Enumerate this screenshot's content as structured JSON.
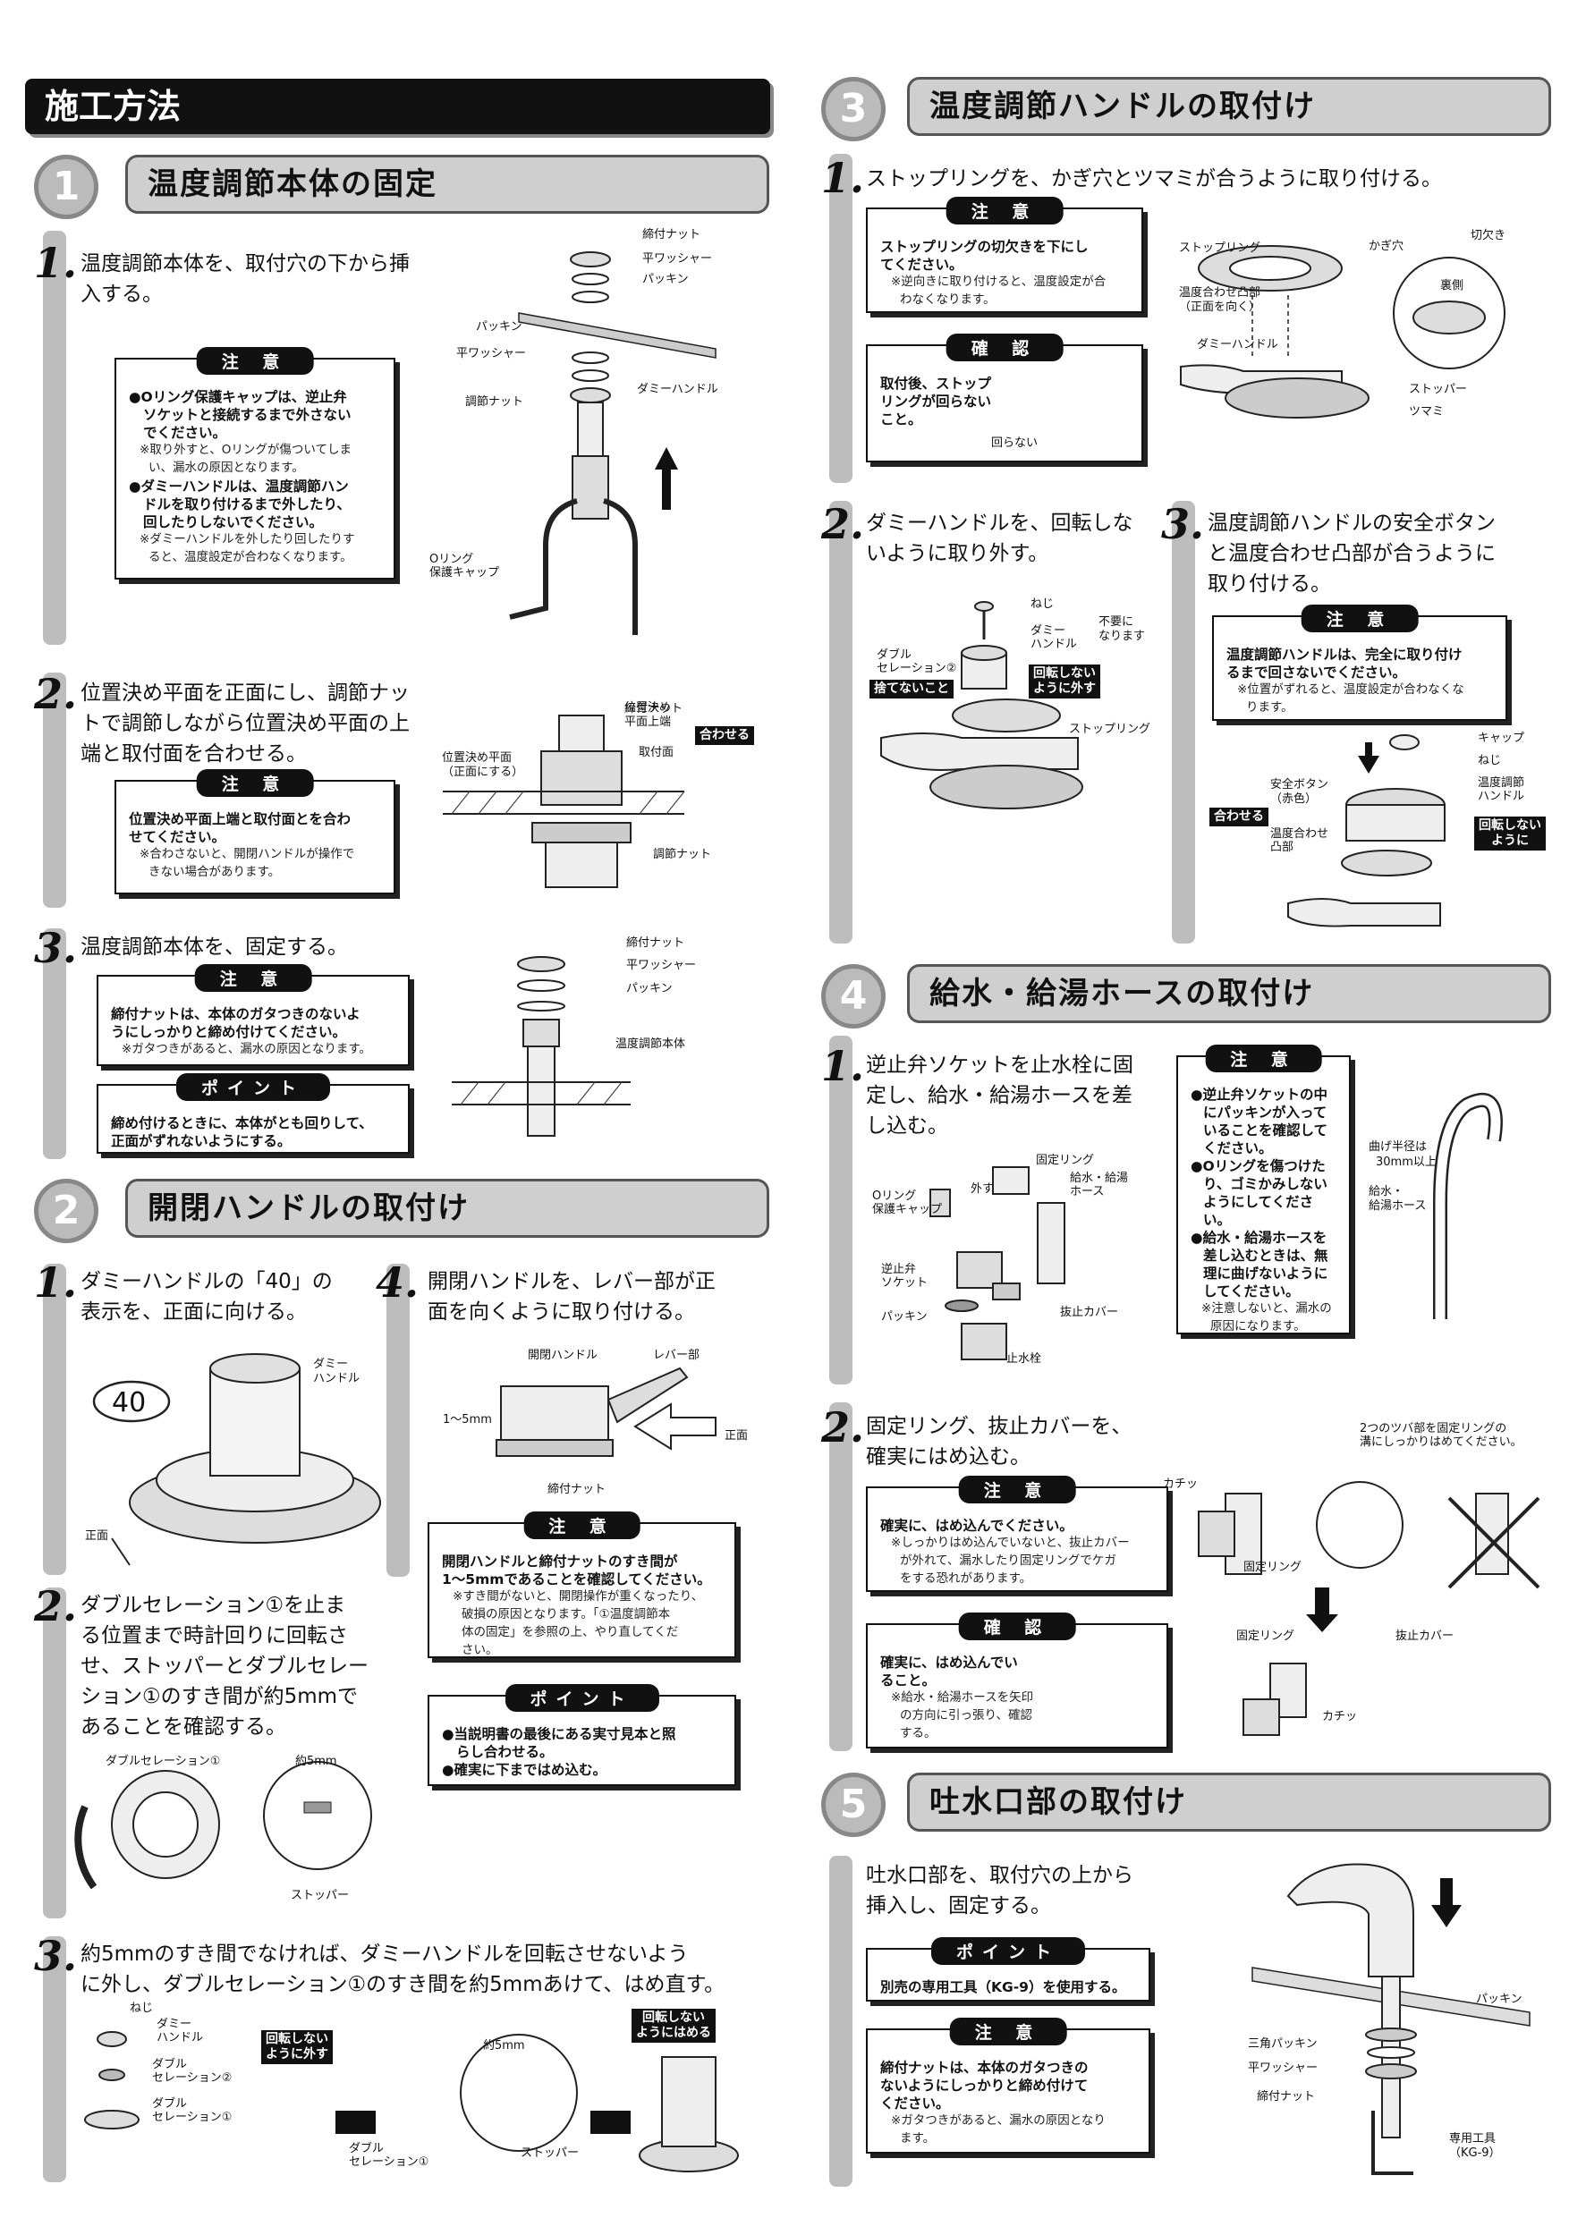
{
  "main_title": "施工方法",
  "sections": [
    {
      "num": "1",
      "title": "温度調節本体の固定"
    },
    {
      "num": "2",
      "title": "開閉ハンドルの取付け"
    },
    {
      "num": "3",
      "title": "温度調節ハンドルの取付け"
    },
    {
      "num": "4",
      "title": "給水・給湯ホースの取付け"
    },
    {
      "num": "5",
      "title": "吐水口部の取付け"
    }
  ],
  "s1": {
    "step1": {
      "num": "1.",
      "line1": "温度調節本体を、取付穴の下から挿",
      "line2": "入する。",
      "caution": {
        "label": "注 意",
        "b1": [
          "●Oリング保護キャップは、逆止弁",
          "ソケットと接続するまで外さない",
          "でください。"
        ],
        "n1": [
          "※取り外すと、Oリングが傷ついてしま",
          "い、漏水の原因となります。"
        ],
        "b2": [
          "●ダミーハンドルは、温度調節ハン",
          "ドルを取り付けるまで外したり、",
          "回したりしないでください。"
        ],
        "n2": [
          "※ダミーハンドルを外したり回したりす",
          "ると、温度設定が合わなくなります。"
        ]
      },
      "labels": {
        "nut": "締付ナット",
        "washer": "平ワッシャー",
        "packing": "パッキン",
        "packing2": "パッキン",
        "washer2": "平ワッシャー",
        "adjnut": "調節ナット",
        "dummy": "ダミーハンドル",
        "oring1": "Oリング",
        "oring2": "保護キャップ"
      }
    },
    "step2": {
      "num": "2.",
      "line1": "位置決め平面を正面にし、調節ナッ",
      "line2": "トで調節しながら位置決め平面の上",
      "line3": "端と取付面を合わせる。",
      "caution": {
        "label": "注 意",
        "b1": [
          "位置決め平面上端と取付面とを合わ",
          "せてください。"
        ],
        "n1": [
          "※合わさないと、開閉ハンドルが操作で",
          "きない場合があります。"
        ]
      },
      "labels": {
        "top1": "位置決め",
        "top2": "平面上端",
        "surface": "取付面",
        "align": "合わせる",
        "plane1": "位置決め平面",
        "plane2": "（正面にする）",
        "adjnut": "調節ナット"
      }
    },
    "step3": {
      "num": "3.",
      "line1": "温度調節本体を、固定する。",
      "caution": {
        "label": "注 意",
        "b1": [
          "締付ナットは、本体のガタつきのないよ",
          "うにしっかりと締め付けてください。"
        ],
        "n1": [
          "※ガタつきがあると、漏水の原因となります。"
        ]
      },
      "point": {
        "label": "ポイント",
        "b1": [
          "締め付けるときに、本体がとも回りして、",
          "正面がずれないようにする。"
        ]
      },
      "labels": {
        "nut": "締付ナット",
        "washer": "平ワッシャー",
        "packing": "パッキン",
        "body": "温度調節本体"
      }
    }
  },
  "s2": {
    "step1": {
      "num": "1.",
      "line1": "ダミーハンドルの「40」の",
      "line2": "表示を、正面に向ける。",
      "labels": {
        "value": "40",
        "dummy1": "ダミー",
        "dummy2": "ハンドル",
        "front": "正面"
      }
    },
    "step2": {
      "num": "2.",
      "lines": [
        "ダブルセレーション①を止ま",
        "る位置まで時計回りに回転さ",
        "せ、ストッパーとダブルセレー",
        "ション①のすき間が約5mmで",
        "あることを確認する。"
      ],
      "labels": {
        "ds": "ダブルセレーション①",
        "gap": "約5mm",
        "stopper": "ストッパー"
      }
    },
    "step3": {
      "num": "3.",
      "line1": "約5mmのすき間でなければ、ダミーハンドルを回転させないよう",
      "line2": "に外し、ダブルセレーション①のすき間を約5mmあけて、はめ直す。",
      "labels": {
        "screw": "ねじ",
        "dummy1": "ダミー",
        "dummy2": "ハンドル",
        "ds2a": "ダブル",
        "ds2b": "セレーション②",
        "ds1a": "ダブル",
        "ds1b": "セレーション①",
        "tag1a": "回転しない",
        "tag1b": "ように外す",
        "tag2a": "回転しない",
        "tag2b": "ようにはめる",
        "gap": "約5mm",
        "ds1c": "ダブル",
        "ds1d": "セレーション①",
        "stopper": "ストッパー"
      }
    },
    "step4": {
      "num": "4.",
      "line1": "開閉ハンドルを、レバー部が正",
      "line2": "面を向くように取り付ける。",
      "labels": {
        "handle": "開閉ハンドル",
        "lever": "レバー部",
        "gap": "1～5mm",
        "front": "正面",
        "nut": "締付ナット"
      },
      "caution": {
        "label": "注 意",
        "b1": [
          "開閉ハンドルと締付ナットのすき間が",
          "1～5mmであることを確認してください。"
        ],
        "n1": [
          "※すき間がないと、開閉操作が重くなったり、",
          "破損の原因となります。「①温度調節本",
          "体の固定」を参照の上、やり直してくだ",
          "さい。"
        ]
      },
      "point": {
        "label": "ポイント",
        "b1": [
          "●当説明書の最後にある実寸見本と照",
          "らし合わせる。",
          "●確実に下まではめ込む。"
        ]
      }
    }
  },
  "s3": {
    "step1": {
      "num": "1.",
      "line1": "ストップリングを、かぎ穴とツマミが合うように取り付ける。",
      "caution": {
        "label": "注 意",
        "b1": [
          "ストップリングの切欠きを下にし",
          "てください。"
        ],
        "n1": [
          "※逆向きに取り付けると、温度設定が合",
          "わなくなります。"
        ]
      },
      "confirm": {
        "label": "確 認",
        "b1": [
          "取付後、ストップ",
          "リングが回らない",
          "こと。"
        ],
        "sub": "回らない"
      },
      "labels": {
        "ring": "ストップリング",
        "keyhole": "かぎ穴",
        "notch": "切欠き",
        "back": "裏側",
        "conv1": "温度合わせ凸部",
        "conv2": "（正面を向く）",
        "dummy": "ダミーハンドル",
        "stopper": "ストッパー",
        "knob": "ツマミ"
      }
    },
    "step2": {
      "num": "2.",
      "line1": "ダミーハンドルを、回転しな",
      "line2": "いように取り外す。",
      "labels": {
        "screw": "ねじ",
        "dummy1": "ダミー",
        "dummy2": "ハンドル",
        "unneeded1": "不要に",
        "unneeded2": "なります",
        "ds1": "ダブル",
        "ds2": "セレーション②",
        "keep": "捨てないこと",
        "tag1": "回転しない",
        "tag2": "ように外す",
        "ring": "ストップリング"
      }
    },
    "step3": {
      "num": "3.",
      "line1": "温度調節ハンドルの安全ボタン",
      "line2": "と温度合わせ凸部が合うように",
      "line3": "取り付ける。",
      "caution": {
        "label": "注 意",
        "b1": [
          "温度調節ハンドルは、完全に取り付け",
          "るまで回さないでください。"
        ],
        "n1": [
          "※位置がずれると、温度設定が合わなくな",
          "ります。"
        ]
      },
      "labels": {
        "cap": "キャップ",
        "screw": "ねじ",
        "handle1": "温度調節",
        "handle2": "ハンドル",
        "btn1": "安全ボタン",
        "btn2": "（赤色）",
        "conv1": "温度合わせ",
        "conv2": "凸部",
        "align": "合わせる",
        "tag1": "回転しない",
        "tag2": "ように"
      }
    }
  },
  "s4": {
    "step1": {
      "num": "1.",
      "line1": "逆止弁ソケットを止水栓に固",
      "line2": "定し、給水・給湯ホースを差",
      "line3": "し込む。",
      "caution": {
        "label": "注 意",
        "bl": [
          "●逆止弁ソケットの中にパッキンが入っていることを確認してください。",
          "●Oリングを傷つけたり、ゴミかみしないようにしてください。",
          "●給水・給湯ホースを差し込むときは、無理に曲げないようにしてください。"
        ],
        "n1": [
          "※注意しないと、漏水の",
          "原因になります。"
        ]
      },
      "labels": {
        "ring": "固定リング",
        "hose1": "給水・給湯",
        "hose2": "ホース",
        "oring1": "Oリング",
        "oring2": "保護キャップ",
        "remove": "外す",
        "check1": "逆止弁",
        "check2": "ソケット",
        "packing": "パッキン",
        "cover": "抜止カバー",
        "valve": "止水栓",
        "radius1": "曲げ半径は",
        "radius2": "30mm以上",
        "hose3": "給水・",
        "hose4": "給湯ホース"
      }
    },
    "step2": {
      "num": "2.",
      "line1": "固定リング、抜止カバーを、",
      "line2": "確実にはめ込む。",
      "caution": {
        "label": "注 意",
        "b1": [
          "確実に、はめ込んでください。"
        ],
        "n1": [
          "※しっかりはめ込んでいないと、抜止カバー",
          "が外れて、漏水したり固定リングでケガ",
          "をする恐れがあります。"
        ]
      },
      "confirm": {
        "label": "確 認",
        "b1": [
          "確実に、はめ込んでい",
          "ること。"
        ],
        "n1": [
          "※給水・給湯ホースを矢印",
          "の方向に引っ張り、確認",
          "する。"
        ]
      },
      "labels": {
        "click": "カチッ",
        "ring": "固定リング",
        "note1": "2つのツバ部を固定リングの",
        "note2": "溝にしっかりはめてください。",
        "ring2": "固定リング",
        "cover": "抜止カバー",
        "click2": "カチッ"
      }
    }
  },
  "s5": {
    "line1": "吐水口部を、取付穴の上から",
    "line2": "挿入し、固定する。",
    "point": {
      "label": "ポイント",
      "b1": [
        "別売の専用工具（KG-9）を使用する。"
      ]
    },
    "caution": {
      "label": "注 意",
      "b1": [
        "締付ナットは、本体のガタつきの",
        "ないようにしっかりと締め付けて",
        "ください。"
      ],
      "n1": [
        "※ガタつきがあると、漏水の原因となり",
        "ます。"
      ]
    },
    "labels": {
      "packing": "パッキン",
      "tri": "三角パッキン",
      "washer": "平ワッシャー",
      "nut": "締付ナット",
      "tool1": "専用工具",
      "tool2": "（KG-9）"
    }
  }
}
